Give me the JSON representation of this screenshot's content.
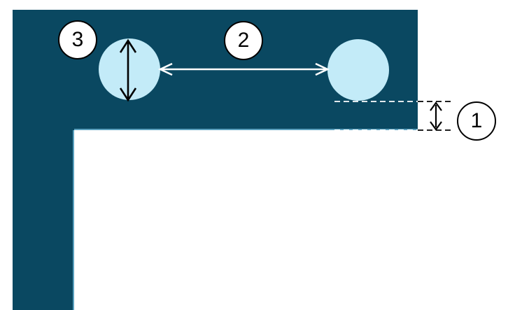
{
  "diagram": {
    "callouts": {
      "edge_distance": {
        "label": "1"
      },
      "hole_spacing": {
        "label": "2"
      },
      "hole_diameter": {
        "label": "3"
      }
    },
    "colors": {
      "background": "#FFFFFF",
      "panel_fill": "#0A4861",
      "panel_inner_edge": "#5AA0BE",
      "hole_fill": "#C3EBF8",
      "annotation_dark": "#000000",
      "annotation_light": "#FFFFFF"
    }
  }
}
